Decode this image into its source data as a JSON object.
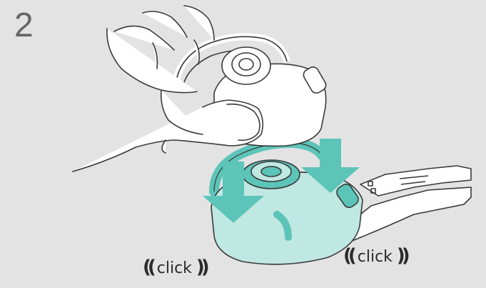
{
  "step": {
    "number": "2"
  },
  "labels": {
    "click_left": "click",
    "click_right": "click"
  },
  "colors": {
    "background": "#e3e3e3",
    "outline": "#3a3a3a",
    "accent": "#5cc4b8",
    "accent_light": "#bfe8e2"
  },
  "icons": {
    "arrow_left": "down-arrow-icon",
    "arrow_right": "down-arrow-icon"
  }
}
